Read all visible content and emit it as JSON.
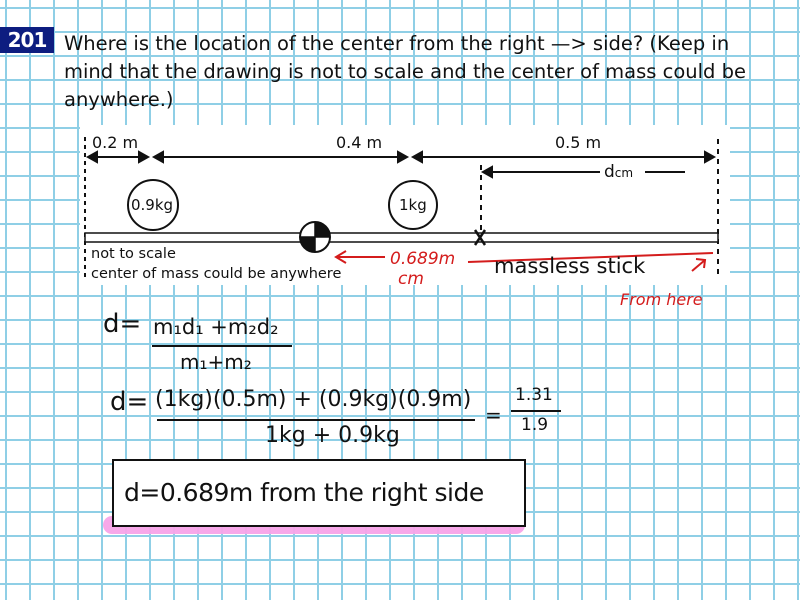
{
  "question": {
    "number": "201",
    "text": "Where is the location of the center from the right —> side? (Keep in mind that the drawing is not to scale and the center of mass could be anywhere.)"
  },
  "diagram": {
    "segments": [
      {
        "label": "0.2 m"
      },
      {
        "label": "0.4 m"
      },
      {
        "label": "0.5 m"
      }
    ],
    "dcm_label": "d",
    "dcm_sub": "cm",
    "masses": [
      {
        "label": "0.9kg"
      },
      {
        "label": "1kg"
      }
    ],
    "note_1": "not to scale",
    "note_2": "center of mass could be anywhere",
    "stick_label": "massless stick",
    "x_marker": "X",
    "annotation_value": "0.689m",
    "annotation_unit": "cm",
    "annotation_from": "From here",
    "colors": {
      "annotation": "#d41c1c"
    }
  },
  "work": {
    "line1_lhs": "d=",
    "line1_num": "m₁d₁ +m₂d₂",
    "line1_den": "m₁+m₂",
    "line2_lhs": "d=",
    "line2_num": "(1kg)(0.5m) + (0.9kg)(0.9m)",
    "line2_den": "1kg + 0.9kg",
    "line2_eq": "=",
    "result_num": "1.31",
    "result_den": "1.9"
  },
  "answer": {
    "text": "d=0.689m from the right side",
    "highlight_color": "#f7a3e8"
  }
}
